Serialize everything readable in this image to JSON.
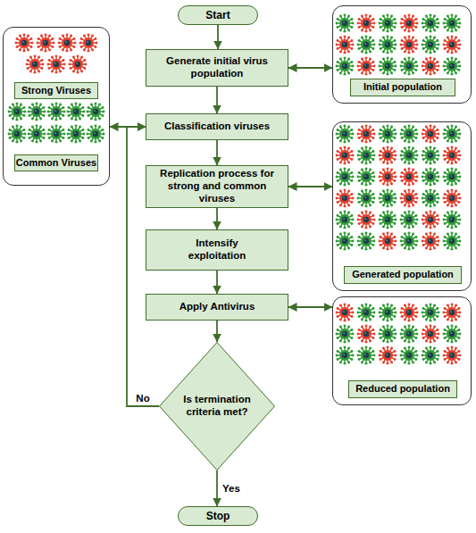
{
  "diagram": {
    "nodes": [
      {
        "text": [
          "Start"
        ]
      },
      {
        "text": [
          "Generate initial virus population"
        ]
      },
      {
        "text": []
      },
      {
        "text": [
          "Initial population"
        ],
        "in": 2
      },
      {
        "text": []
      },
      {
        "text": [
          "Strong Viruses"
        ],
        "in": 4
      },
      {
        "text": [
          "Common Viruses"
        ],
        "in": 4
      },
      {
        "text": [
          "Classification viruses"
        ]
      },
      {
        "text": [
          "Replication process for strong and common viruses"
        ]
      },
      {
        "text": []
      },
      {
        "text": [
          "Generated population"
        ],
        "in": 9
      },
      {
        "text": [
          "Intensify exploitation"
        ]
      },
      {
        "text": [
          "Apply Antivirus"
        ]
      },
      {
        "text": []
      },
      {
        "text": [
          "Reduced population"
        ],
        "in": 13
      },
      {
        "text": [
          "Is termination criteria met?"
        ]
      },
      {
        "text": [
          "Stop"
        ]
      }
    ],
    "edges": [
      {
        "from": 0,
        "to": 1,
        "arrow": "to"
      },
      {
        "from": 1,
        "to": 2,
        "arrow": "both"
      },
      {
        "from": 4,
        "to": 7,
        "arrow": "both"
      },
      {
        "from": 1,
        "to": 7,
        "arrow": "to"
      },
      {
        "from": 7,
        "to": 8,
        "arrow": "to"
      },
      {
        "from": 8,
        "to": 9,
        "arrow": "both"
      },
      {
        "from": 8,
        "to": 11,
        "arrow": "to"
      },
      {
        "from": 11,
        "to": 12,
        "arrow": "to"
      },
      {
        "from": 12,
        "to": 13,
        "arrow": "both"
      },
      {
        "from": 12,
        "to": 15,
        "arrow": "to"
      },
      {
        "from": 15,
        "to": 16,
        "label": "Yes",
        "arrow": "to"
      },
      {
        "from": 15,
        "to": 7,
        "label": "No",
        "arrow": "to"
      }
    ]
  }
}
